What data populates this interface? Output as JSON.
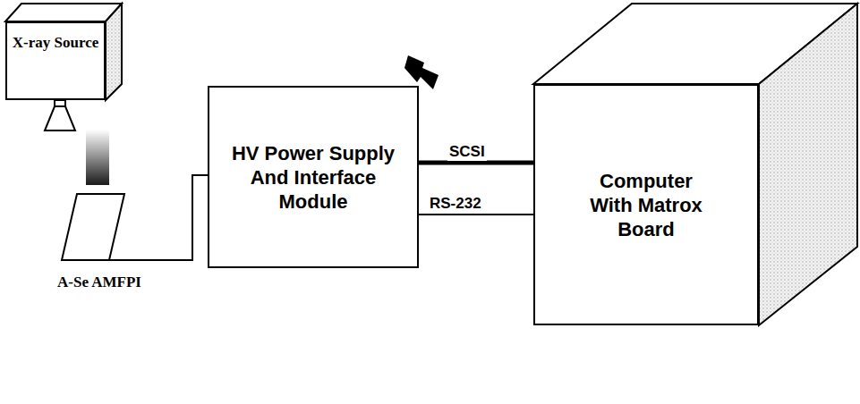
{
  "diagram": {
    "nodes": [
      {
        "text": [
          "X-ray Source"
        ]
      },
      {
        "text": [
          "A-Se AMFPI"
        ]
      },
      {
        "text": [
          "HV Power Supply And Interface Module"
        ]
      },
      {
        "text": [
          "Computer With Matrox Board"
        ]
      }
    ],
    "edges": [
      {
        "from": 1,
        "to": 2,
        "arrow": "none"
      },
      {
        "from": 2,
        "to": 3,
        "label": "SCSI",
        "arrow": "none"
      },
      {
        "from": 2,
        "to": 3,
        "label": "RS-232",
        "arrow": "none"
      }
    ]
  }
}
